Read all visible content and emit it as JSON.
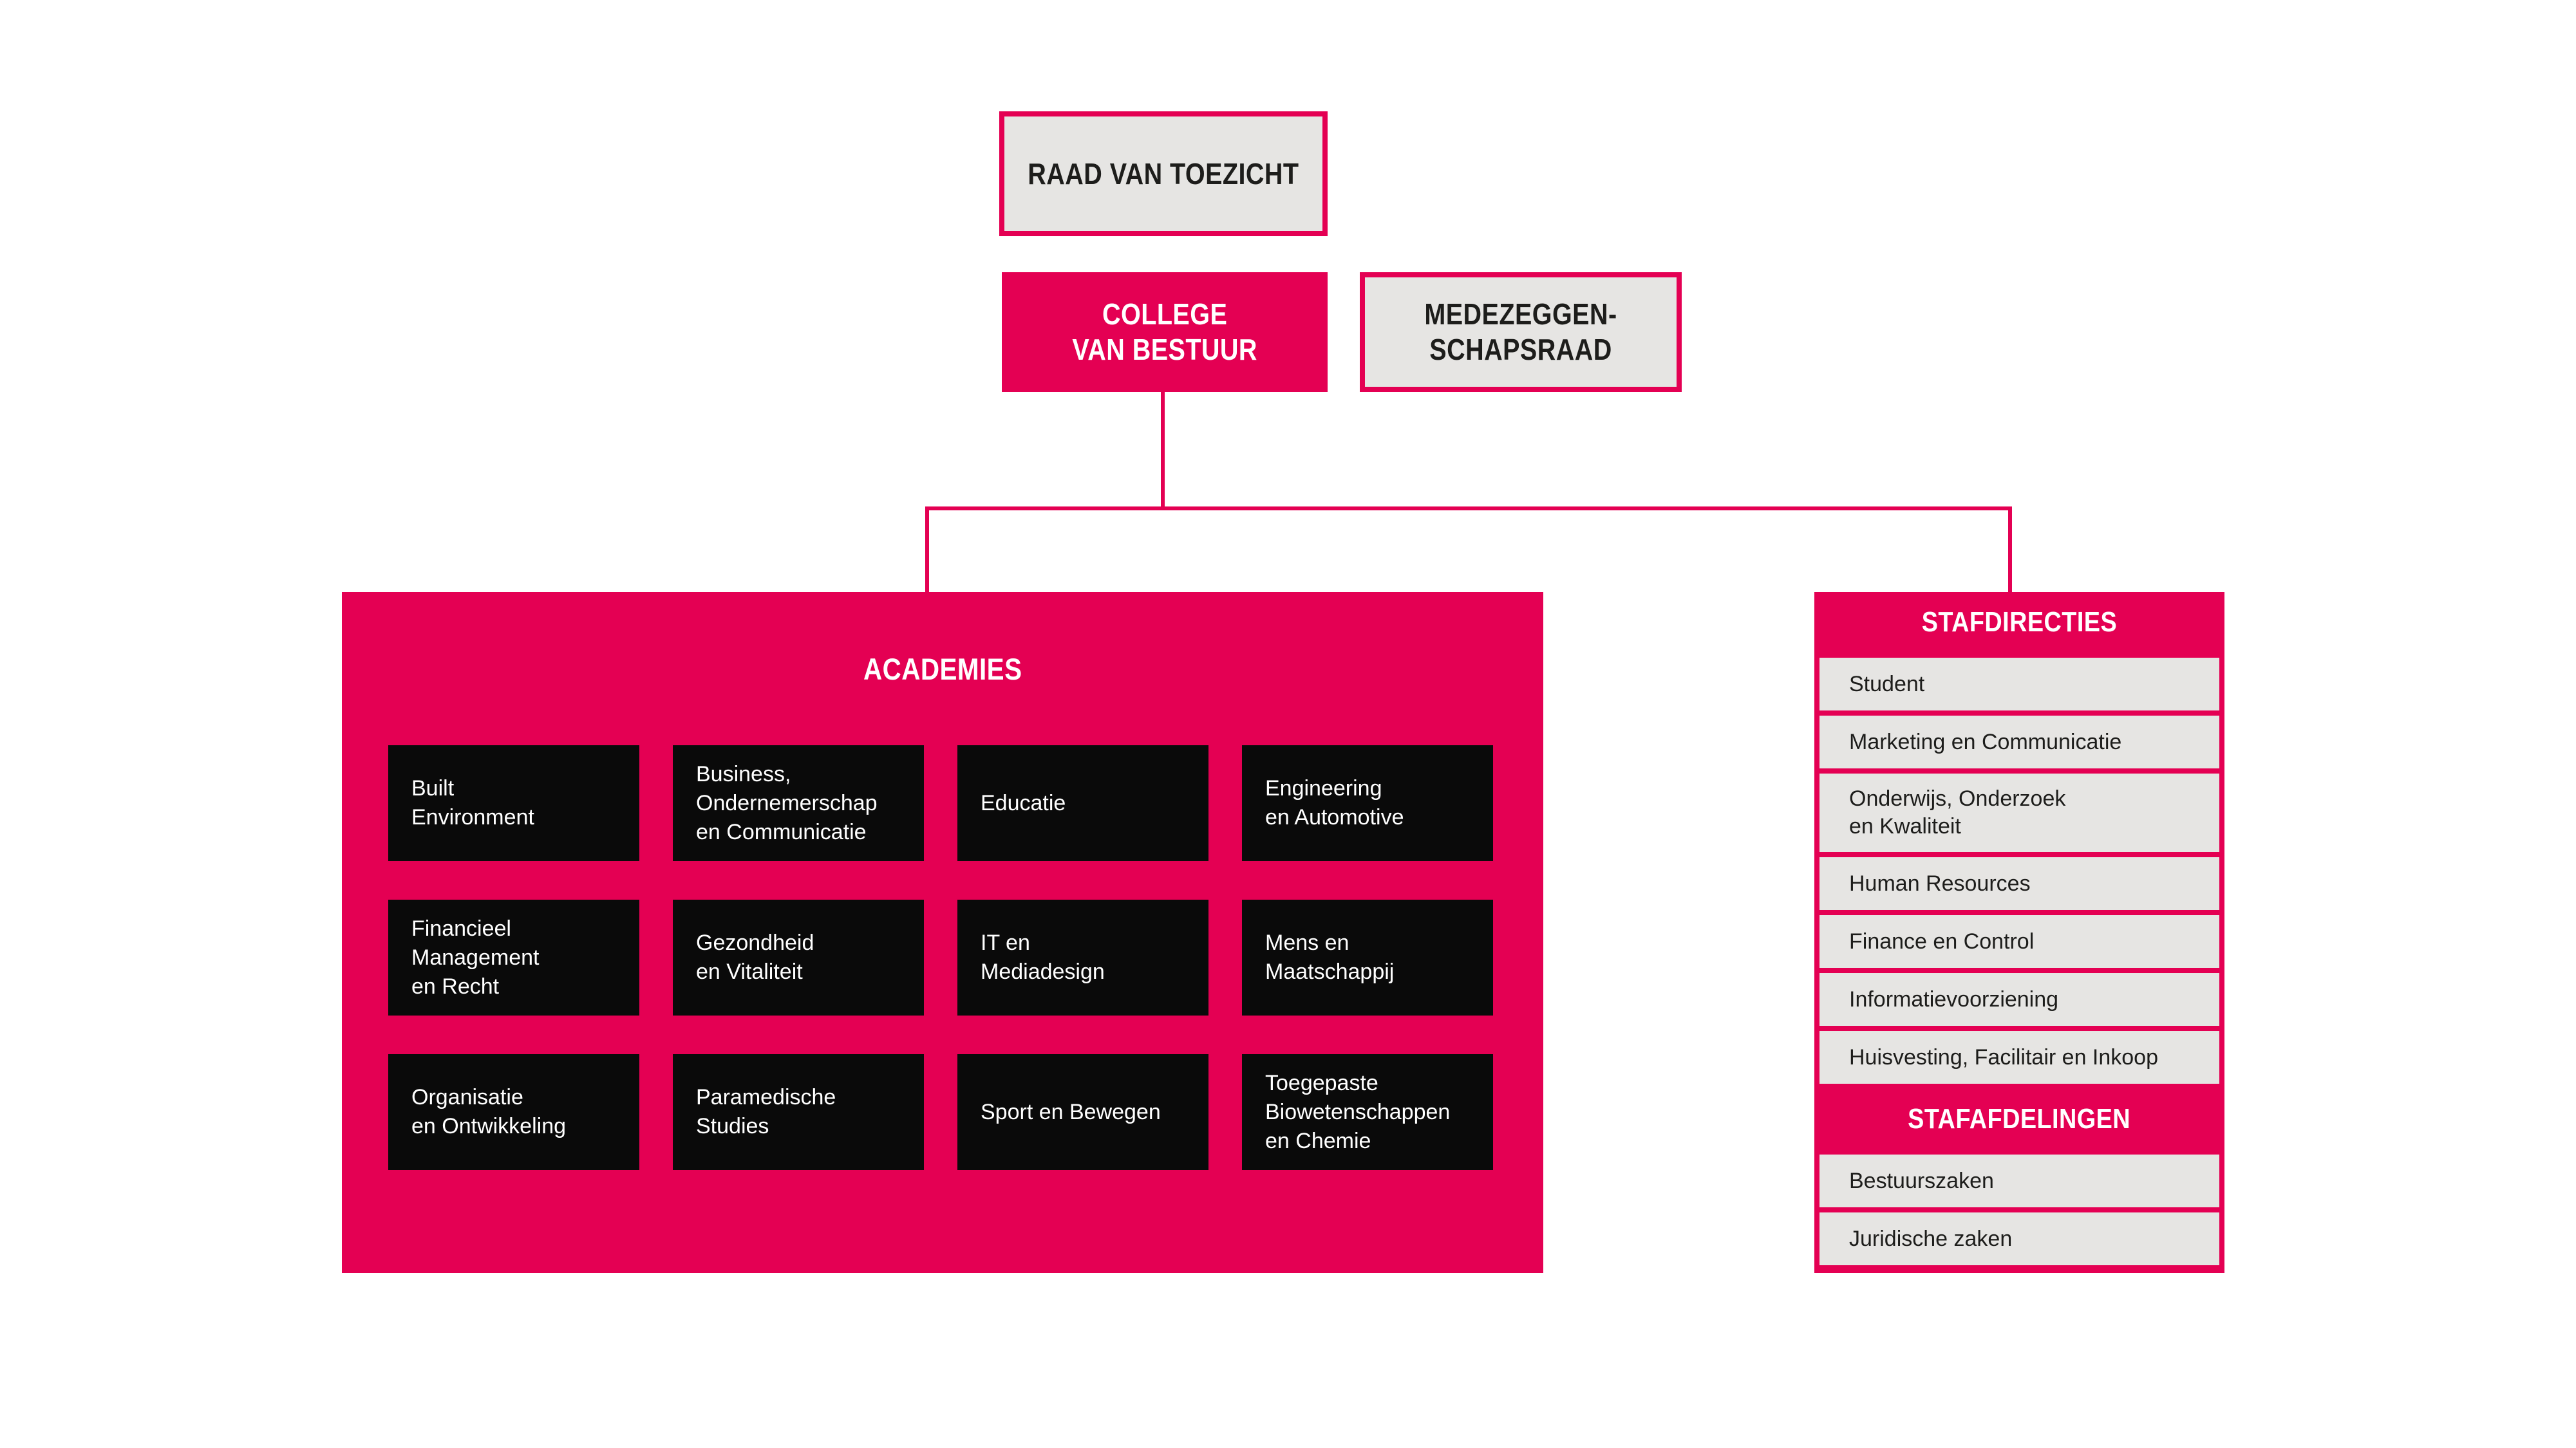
{
  "colors": {
    "pink": "#E40053",
    "gray": "#E6E5E3",
    "box_black": "#0A0A0A",
    "ink": "#1D1D1B",
    "white": "#FFFFFF"
  },
  "boxes": {
    "raad_van_toezicht": "RAAD VAN TOEZICHT",
    "college_van_bestuur": "COLLEGE\nVAN BESTUUR",
    "medezeggenschapsraad": "MEDEZEGGEN-\nSCHAPSRAAD"
  },
  "academies": {
    "title": "ACADEMIES",
    "items": [
      "Built\nEnvironment",
      "Business,\nOndernemerschap\nen Communicatie",
      "Educatie",
      "Engineering\nen Automotive",
      "Financieel\nManagement\nen Recht",
      "Gezondheid\nen Vitaliteit",
      "IT en\nMediadesign",
      "Mens en\nMaatschappij",
      "Organisatie\nen Ontwikkeling",
      "Paramedische\nStudies",
      "Sport en Bewegen",
      "Toegepaste\nBiowetenschappen\nen Chemie"
    ]
  },
  "stafdirecties": {
    "title": "STAFDIRECTIES",
    "rows": [
      "Student",
      "Marketing en Communicatie",
      "Onderwijs, Onderzoek\nen Kwaliteit",
      "Human Resources",
      "Finance en Control",
      "Informatievoorziening",
      "Huisvesting, Facilitair en Inkoop"
    ]
  },
  "stafafdelingen": {
    "title": "STAFAFDELINGEN",
    "rows": [
      "Bestuurszaken",
      "Juridische zaken"
    ]
  }
}
